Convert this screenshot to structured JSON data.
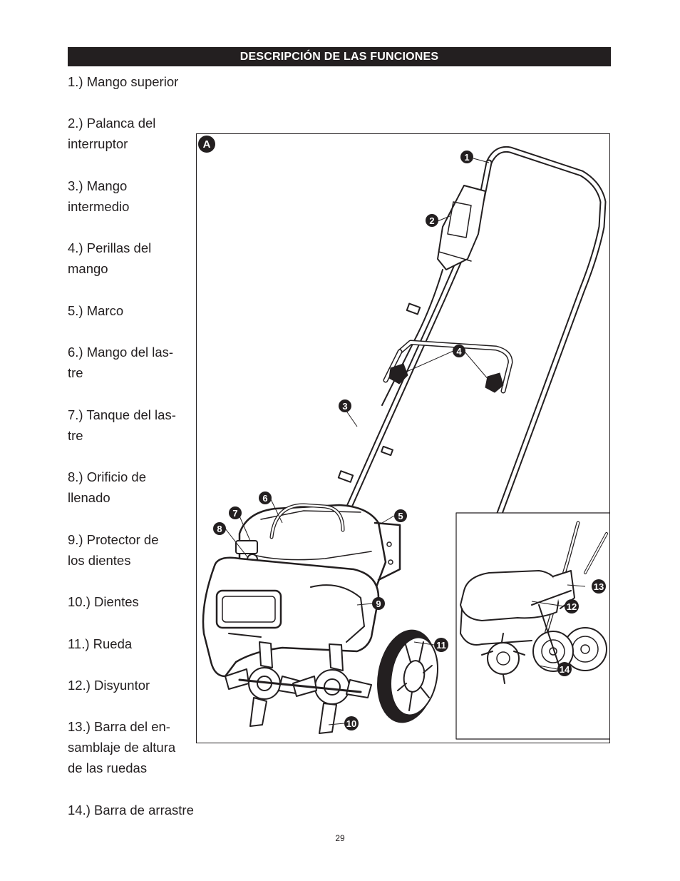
{
  "header": {
    "title": "DESCRIPCIÓN DE LAS FUNCIONES"
  },
  "features": [
    [
      "1.) Mango superior"
    ],
    [
      "2.) Palanca del",
      "interruptor"
    ],
    [
      "3.) Mango",
      "intermedio"
    ],
    [
      "4.) Perillas del",
      "mango"
    ],
    [
      "5.) Marco"
    ],
    [
      "6.) Mango del las-",
      "tre"
    ],
    [
      "7.) Tanque del las-",
      "tre"
    ],
    [
      "8.) Orificio de",
      "llenado"
    ],
    [
      "9.) Protector de",
      "los dientes"
    ],
    [
      "10.) Dientes"
    ],
    [
      "11.) Rueda"
    ],
    [
      "12.) Disyuntor"
    ],
    [
      "13.) Barra del en-",
      "samblaje de altura",
      "de las ruedas"
    ],
    [
      "14.) Barra de arrastre"
    ]
  ],
  "figure": {
    "label": "A",
    "callouts": [
      "1",
      "2",
      "3",
      "4",
      "5",
      "6",
      "7",
      "8",
      "9",
      "10",
      "11",
      "12",
      "13",
      "14"
    ]
  },
  "footer": {
    "page_number": "29"
  }
}
